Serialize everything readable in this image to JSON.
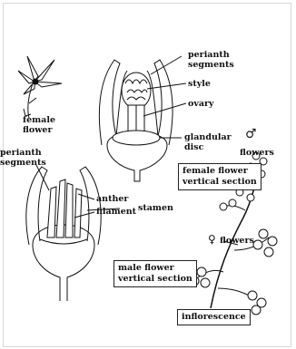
{
  "labels": {
    "female_flower": [
      "female",
      "flower"
    ],
    "perianth_segments_top": [
      "perianth",
      "segments"
    ],
    "style": "style",
    "ovary": "ovary",
    "glandular_disc": [
      "glandular",
      "disc"
    ],
    "female_section": [
      "female flower",
      "vertical section"
    ],
    "male_symbol": "♂",
    "flowers_top": "flowers",
    "perianth_segments_left": [
      "perianth",
      "segments"
    ],
    "anther": "anther",
    "filament": "filament",
    "stamen": "stamen",
    "female_symbol": "♀",
    "flowers_mid": "flowers",
    "male_section": [
      "male flower",
      "vertical section"
    ],
    "inflorescence": "inflorescence"
  },
  "colors": {
    "ink": "#111111",
    "frame": "#d8d8d8",
    "background": "#ffffff"
  }
}
